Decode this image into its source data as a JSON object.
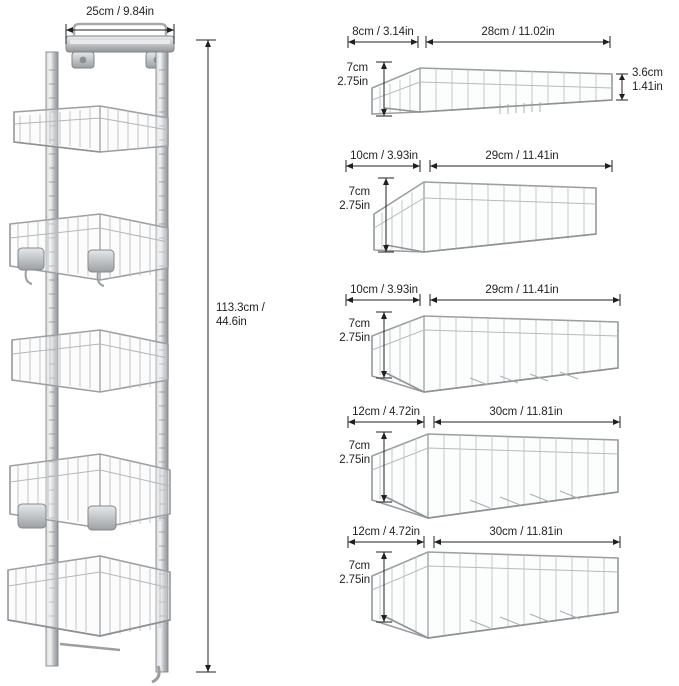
{
  "page": {
    "title": "Over-the-door 5-tier shelf dimension diagram",
    "background_color": "#ffffff",
    "ink_color": "#231f20",
    "metal_color": "#9b9fa3"
  },
  "left_product": {
    "name": "over-door-rack-assembly",
    "top_width": "25cm / 9.84in",
    "total_height_line1": "113.3cm /",
    "total_height_line2": "44.6in",
    "total_height": "113.3cm / 44.6in",
    "tier_count": 5
  },
  "baskets": [
    {
      "id": "basket-1",
      "depth_label": "8cm / 3.14in",
      "width_label": "28cm / 11.02in",
      "height_label_line1": "7cm",
      "height_label_line2": "2.75in",
      "side_label_line1": "3.6cm",
      "side_label_line2": "1.41in"
    },
    {
      "id": "basket-2",
      "depth_label": "10cm / 3.93in",
      "width_label": "29cm / 11.41in",
      "height_label_line1": "7cm",
      "height_label_line2": "2.75in"
    },
    {
      "id": "basket-3",
      "depth_label": "10cm / 3.93in",
      "width_label": "29cm / 11.41in",
      "height_label_line1": "7cm",
      "height_label_line2": "2.75in"
    },
    {
      "id": "basket-4",
      "depth_label": "12cm / 4.72in",
      "width_label": "30cm / 11.81in",
      "height_label_line1": "7cm",
      "height_label_line2": "2.75in"
    },
    {
      "id": "basket-5",
      "depth_label": "12cm / 4.72in",
      "width_label": "30cm / 11.81in",
      "height_label_line1": "7cm",
      "height_label_line2": "2.75in"
    }
  ]
}
